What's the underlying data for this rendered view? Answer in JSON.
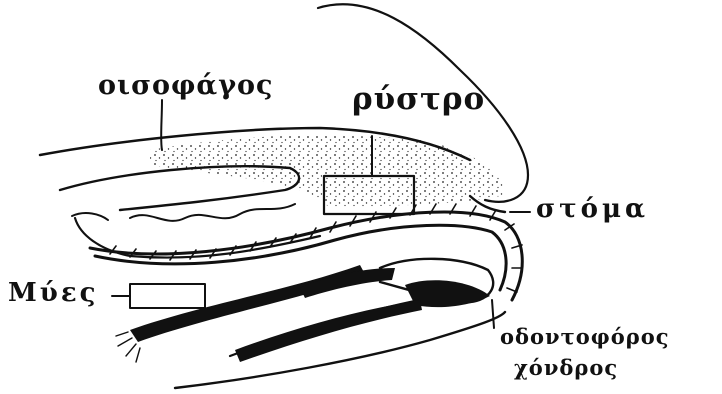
{
  "labels": {
    "oisofagos": "οισοφάγος",
    "rystro": "ρύστρο",
    "stoma": "στόμα",
    "myes": "Μύες",
    "odontoforos": "οδοντοφόρος",
    "chondros": "χόνδρος"
  },
  "colors": {
    "ink": "#111111",
    "paper": "#ffffff"
  }
}
